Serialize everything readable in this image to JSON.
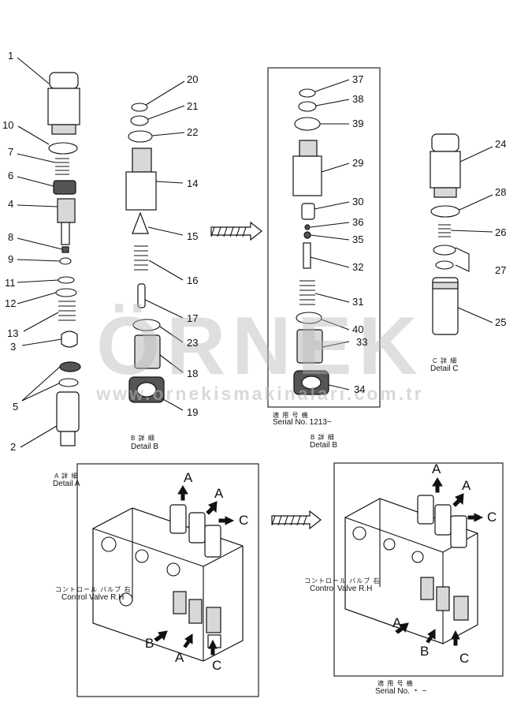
{
  "callouts_a": [
    "1",
    "10",
    "7",
    "6",
    "4",
    "8",
    "9",
    "11",
    "12",
    "13",
    "3",
    "5",
    "2"
  ],
  "callouts_b": [
    "20",
    "21",
    "22",
    "14",
    "15",
    "16",
    "17",
    "23",
    "18",
    "19"
  ],
  "callouts_b2": [
    "37",
    "38",
    "39",
    "29",
    "30",
    "36",
    "35",
    "32",
    "31",
    "40",
    "33",
    "34"
  ],
  "callouts_c": [
    "24",
    "28",
    "26",
    "27",
    "25"
  ],
  "captions": {
    "detail_a_jp": "A 詳 細",
    "detail_a": "Detail A",
    "detail_b_jp": "B 詳 細",
    "detail_b": "Detail B",
    "serial_jp_1": "適 用 号 機",
    "serial_1": "Serial No. 1213~",
    "detail_b2_jp": "B 詳 細",
    "detail_b2": "Detail B",
    "detail_c_jp": "C 詳 細",
    "detail_c": "Detail C",
    "cv_jp_left": "コントロール バルブ 右",
    "cv_left": "Control Valve R.H",
    "cv_jp_right": "コントロール バルブ 右",
    "cv_right": "Control Valve R.H",
    "serial_jp_2": "適 用 号 機",
    "serial_2": "Serial No.  ・  ~"
  },
  "assembly_left_arrows": [
    "A",
    "A",
    "C",
    "B",
    "A",
    "C"
  ],
  "assembly_right_arrows": [
    "A",
    "A",
    "C",
    "A",
    "B",
    "C"
  ],
  "watermark": {
    "brand": "ÖRNEK",
    "site": "www.ornekismakinalari.com.tr"
  }
}
